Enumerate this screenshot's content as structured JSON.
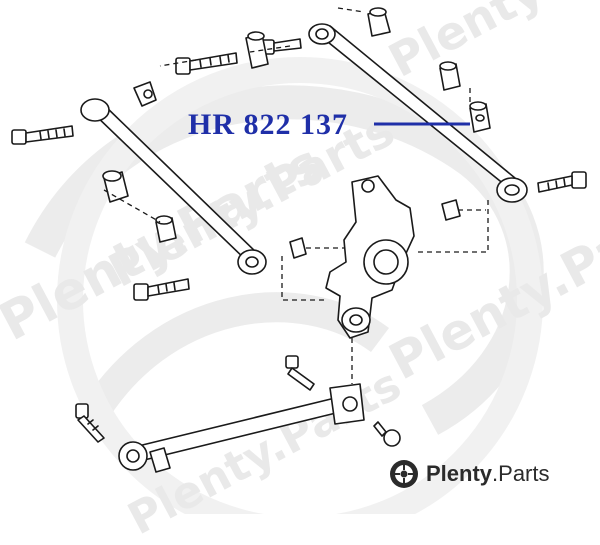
{
  "part_number": "HR 822 137",
  "watermark": "Plenty.Parts",
  "brand": {
    "name_bold": "Plenty",
    "name_rest": ".Parts"
  },
  "colors": {
    "callout": "#1f2fa8",
    "line_art": "#1a1a1a",
    "watermark": "#e9e9e9"
  },
  "icons": {
    "brand_logo": "wheel-logo-icon"
  }
}
